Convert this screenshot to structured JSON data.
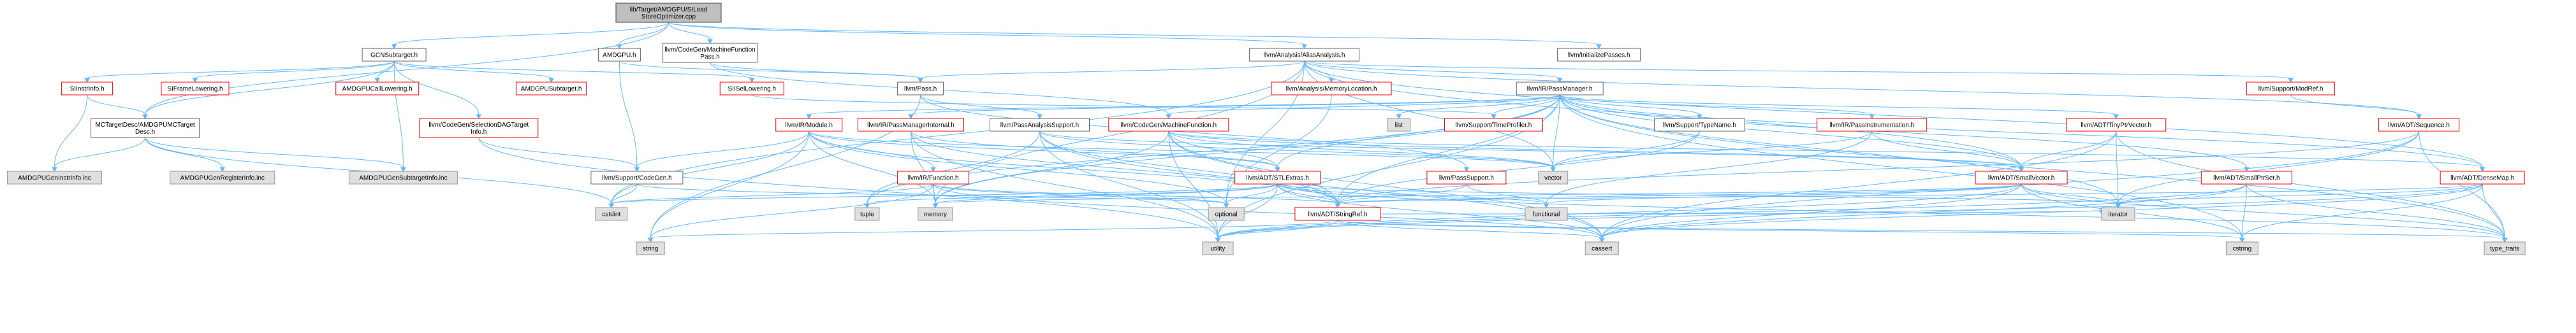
{
  "graph": {
    "title": "lib/Target/AMDGPU/SILoadStoreOptimizer.cpp include dependency graph",
    "colors": {
      "root_fill": "#bfbfbf",
      "root_stroke": "#404040",
      "normal_fill": "#ffffff",
      "normal_stroke": "#666666",
      "red_fill": "#ffffff",
      "red_stroke": "#ff0000",
      "system_fill": "#e0e0e0",
      "system_stroke": "#999999",
      "edge": "#63b8ff"
    },
    "nodes": [
      {
        "id": "root",
        "lines": [
          "lib/Target/AMDGPU/SILoad",
          "StoreOptimizer.cpp"
        ],
        "style": "root"
      },
      {
        "id": "gcn_subtarget",
        "lines": [
          "GCNSubtarget.h"
        ],
        "style": "normal"
      },
      {
        "id": "amdgpu_h",
        "lines": [
          "AMDGPU.h"
        ],
        "style": "normal"
      },
      {
        "id": "machine_function_pass",
        "lines": [
          "llvm/CodeGen/MachineFunction",
          "Pass.h"
        ],
        "style": "normal"
      },
      {
        "id": "alias_analysis",
        "lines": [
          "llvm/Analysis/AliasAnalysis.h"
        ],
        "style": "normal"
      },
      {
        "id": "initialize_passes",
        "lines": [
          "llvm/InitializePasses.h"
        ],
        "style": "normal"
      },
      {
        "id": "si_instr_info",
        "lines": [
          "SIInstrInfo.h"
        ],
        "style": "red"
      },
      {
        "id": "si_frame_lowering",
        "lines": [
          "SIFrameLowering.h"
        ],
        "style": "red"
      },
      {
        "id": "amdgpu_call_lowering",
        "lines": [
          "AMDGPUCallLowering.h"
        ],
        "style": "red"
      },
      {
        "id": "amdgpu_subtarget",
        "lines": [
          "AMDGPUSubtarget.h"
        ],
        "style": "red"
      },
      {
        "id": "si_isel_lowering",
        "lines": [
          "SIISelLowering.h"
        ],
        "style": "red"
      },
      {
        "id": "pass_h",
        "lines": [
          "llvm/Pass.h"
        ],
        "style": "normal"
      },
      {
        "id": "memory_location",
        "lines": [
          "llvm/Analysis/MemoryLocation.h"
        ],
        "style": "red"
      },
      {
        "id": "ir_pass_manager",
        "lines": [
          "llvm/IR/PassManager.h"
        ],
        "style": "normal"
      },
      {
        "id": "mod_ref",
        "lines": [
          "llvm/Support/ModRef.h"
        ],
        "style": "red"
      },
      {
        "id": "mc_target_desc",
        "lines": [
          "MCTargetDesc/AMDGPUMCTarget",
          "Desc.h"
        ],
        "style": "normal"
      },
      {
        "id": "selection_dag_target_info",
        "lines": [
          "llvm/CodeGen/SelectionDAGTarget",
          "Info.h"
        ],
        "style": "red"
      },
      {
        "id": "ir_module",
        "lines": [
          "llvm/IR/Module.h"
        ],
        "style": "red"
      },
      {
        "id": "pass_manager_internal",
        "lines": [
          "llvm/IR/PassManagerInternal.h"
        ],
        "style": "red"
      },
      {
        "id": "pass_analysis_support",
        "lines": [
          "llvm/PassAnalysisSupport.h"
        ],
        "style": "normal"
      },
      {
        "id": "machine_function",
        "lines": [
          "llvm/CodeGen/MachineFunction.h"
        ],
        "style": "red"
      },
      {
        "id": "list",
        "lines": [
          "list"
        ],
        "style": "system"
      },
      {
        "id": "time_profiler",
        "lines": [
          "llvm/Support/TimeProfiler.h"
        ],
        "style": "red"
      },
      {
        "id": "type_name",
        "lines": [
          "llvm/Support/TypeName.h"
        ],
        "style": "normal"
      },
      {
        "id": "pass_instrumentation",
        "lines": [
          "llvm/IR/PassInstrumentation.h"
        ],
        "style": "red"
      },
      {
        "id": "tiny_ptr_vector",
        "lines": [
          "llvm/ADT/TinyPtrVector.h"
        ],
        "style": "red"
      },
      {
        "id": "adt_sequence",
        "lines": [
          "llvm/ADT/Sequence.h"
        ],
        "style": "red"
      },
      {
        "id": "gen_instr_info",
        "lines": [
          "AMDGPUGenInstrInfo.inc"
        ],
        "style": "system"
      },
      {
        "id": "gen_register_info",
        "lines": [
          "AMDGPUGenRegisterInfo.inc"
        ],
        "style": "system"
      },
      {
        "id": "gen_subtarget_info",
        "lines": [
          "AMDGPUGenSubtargetInfo.inc"
        ],
        "style": "system"
      },
      {
        "id": "support_codegen",
        "lines": [
          "llvm/Support/CodeGen.h"
        ],
        "style": "normal"
      },
      {
        "id": "ir_function",
        "lines": [
          "llvm/IR/Function.h"
        ],
        "style": "red"
      },
      {
        "id": "stl_extras",
        "lines": [
          "llvm/ADT/STLExtras.h"
        ],
        "style": "red"
      },
      {
        "id": "pass_support",
        "lines": [
          "llvm/PassSupport.h"
        ],
        "style": "red"
      },
      {
        "id": "vector",
        "lines": [
          "vector"
        ],
        "style": "system"
      },
      {
        "id": "small_vector",
        "lines": [
          "llvm/ADT/SmallVector.h"
        ],
        "style": "red"
      },
      {
        "id": "small_ptr_set",
        "lines": [
          "llvm/ADT/SmallPtrSet.h"
        ],
        "style": "red"
      },
      {
        "id": "dense_map",
        "lines": [
          "llvm/ADT/DenseMap.h"
        ],
        "style": "red"
      },
      {
        "id": "cstdint",
        "lines": [
          "cstdint"
        ],
        "style": "system"
      },
      {
        "id": "tuple",
        "lines": [
          "tuple"
        ],
        "style": "system"
      },
      {
        "id": "memory",
        "lines": [
          "memory"
        ],
        "style": "system"
      },
      {
        "id": "optional",
        "lines": [
          "optional"
        ],
        "style": "system"
      },
      {
        "id": "functional",
        "lines": [
          "functional"
        ],
        "style": "system"
      },
      {
        "id": "iterator",
        "lines": [
          "iterator"
        ],
        "style": "system"
      },
      {
        "id": "string_ref",
        "lines": [
          "llvm/ADT/StringRef.h"
        ],
        "style": "red"
      },
      {
        "id": "string",
        "lines": [
          "string"
        ],
        "style": "system"
      },
      {
        "id": "utility",
        "lines": [
          "utility"
        ],
        "style": "system"
      },
      {
        "id": "cassert",
        "lines": [
          "cassert"
        ],
        "style": "system"
      },
      {
        "id": "cstring",
        "lines": [
          "cstring"
        ],
        "style": "system"
      },
      {
        "id": "type_traits",
        "lines": [
          "type_traits"
        ],
        "style": "system"
      }
    ],
    "edges": [
      [
        "root",
        "gcn_subtarget"
      ],
      [
        "root",
        "amdgpu_h"
      ],
      [
        "root",
        "machine_function_pass"
      ],
      [
        "root",
        "alias_analysis"
      ],
      [
        "root",
        "initialize_passes"
      ],
      [
        "root",
        "mc_target_desc"
      ],
      [
        "gcn_subtarget",
        "si_instr_info"
      ],
      [
        "gcn_subtarget",
        "si_frame_lowering"
      ],
      [
        "gcn_subtarget",
        "amdgpu_call_lowering"
      ],
      [
        "gcn_subtarget",
        "amdgpu_subtarget"
      ],
      [
        "gcn_subtarget",
        "si_isel_lowering"
      ],
      [
        "gcn_subtarget",
        "mc_target_desc"
      ],
      [
        "gcn_subtarget",
        "selection_dag_target_info"
      ],
      [
        "gcn_subtarget",
        "gen_subtarget_info"
      ],
      [
        "si_instr_info",
        "mc_target_desc"
      ],
      [
        "si_instr_info",
        "gen_instr_info"
      ],
      [
        "mc_target_desc",
        "gen_instr_info"
      ],
      [
        "mc_target_desc",
        "gen_register_info"
      ],
      [
        "mc_target_desc",
        "gen_subtarget_info"
      ],
      [
        "mc_target_desc",
        "cstdint"
      ],
      [
        "si_isel_lowering",
        "time_profiler"
      ],
      [
        "selection_dag_target_info",
        "support_codegen"
      ],
      [
        "selection_dag_target_info",
        "utility"
      ],
      [
        "amdgpu_h",
        "pass_h"
      ],
      [
        "amdgpu_h",
        "support_codegen"
      ],
      [
        "machine_function_pass",
        "pass_h"
      ],
      [
        "machine_function_pass",
        "machine_function"
      ],
      [
        "pass_h",
        "pass_analysis_support"
      ],
      [
        "pass_h",
        "pass_support"
      ],
      [
        "pass_h",
        "string"
      ],
      [
        "alias_analysis",
        "pass_h"
      ],
      [
        "alias_analysis",
        "memory_location"
      ],
      [
        "alias_analysis",
        "ir_pass_manager"
      ],
      [
        "alias_analysis",
        "mod_ref"
      ],
      [
        "alias_analysis",
        "adt_sequence"
      ],
      [
        "alias_analysis",
        "small_vector"
      ],
      [
        "alias_analysis",
        "dense_map"
      ],
      [
        "alias_analysis",
        "vector"
      ],
      [
        "alias_analysis",
        "optional"
      ],
      [
        "alias_analysis",
        "cstdint"
      ],
      [
        "alias_analysis",
        "memory"
      ],
      [
        "memory_location",
        "optional"
      ],
      [
        "ir_pass_manager",
        "ir_module"
      ],
      [
        "ir_pass_manager",
        "pass_manager_internal"
      ],
      [
        "ir_pass_manager",
        "machine_function"
      ],
      [
        "ir_pass_manager",
        "list"
      ],
      [
        "ir_pass_manager",
        "time_profiler"
      ],
      [
        "ir_pass_manager",
        "type_name"
      ],
      [
        "ir_pass_manager",
        "pass_instrumentation"
      ],
      [
        "ir_pass_manager",
        "tiny_ptr_vector"
      ],
      [
        "ir_pass_manager",
        "stl_extras"
      ],
      [
        "ir_pass_manager",
        "small_ptr_set"
      ],
      [
        "ir_pass_manager",
        "dense_map"
      ],
      [
        "ir_pass_manager",
        "small_vector"
      ],
      [
        "ir_pass_manager",
        "vector"
      ],
      [
        "ir_pass_manager",
        "memory"
      ],
      [
        "ir_pass_manager",
        "cstring"
      ],
      [
        "ir_pass_manager",
        "type_traits"
      ],
      [
        "ir_pass_manager",
        "iterator"
      ],
      [
        "ir_pass_manager",
        "string_ref"
      ],
      [
        "ir_pass_manager",
        "tuple"
      ],
      [
        "ir_pass_manager",
        "utility"
      ],
      [
        "mod_ref",
        "adt_sequence"
      ],
      [
        "ir_module",
        "support_codegen"
      ],
      [
        "ir_module",
        "ir_function"
      ],
      [
        "ir_module",
        "stl_extras"
      ],
      [
        "ir_module",
        "string_ref"
      ],
      [
        "ir_module",
        "cstdint"
      ],
      [
        "ir_module",
        "memory"
      ],
      [
        "ir_module",
        "optional"
      ],
      [
        "ir_module",
        "string"
      ],
      [
        "ir_module",
        "vector"
      ],
      [
        "pass_manager_internal",
        "stl_extras"
      ],
      [
        "pass_manager_internal",
        "string_ref"
      ],
      [
        "pass_manager_internal",
        "memory"
      ],
      [
        "pass_manager_internal",
        "utility"
      ],
      [
        "pass_analysis_support",
        "small_vector"
      ],
      [
        "pass_analysis_support",
        "cassert"
      ],
      [
        "pass_analysis_support",
        "tuple"
      ],
      [
        "pass_analysis_support",
        "utility"
      ],
      [
        "pass_analysis_support",
        "vector"
      ],
      [
        "pass_analysis_support",
        "string_ref"
      ],
      [
        "machine_function",
        "small_vector"
      ],
      [
        "machine_function",
        "string_ref"
      ],
      [
        "machine_function",
        "memory"
      ],
      [
        "machine_function",
        "utility"
      ],
      [
        "machine_function",
        "vector"
      ],
      [
        "machine_function",
        "cassert"
      ],
      [
        "machine_function",
        "stl_extras"
      ],
      [
        "machine_function",
        "dense_map"
      ],
      [
        "type_name",
        "string_ref"
      ],
      [
        "type_name",
        "vector"
      ],
      [
        "pass_instrumentation",
        "small_vector"
      ],
      [
        "pass_instrumentation",
        "functional"
      ],
      [
        "pass_instrumentation",
        "vector"
      ],
      [
        "tiny_ptr_vector",
        "small_vector"
      ],
      [
        "tiny_ptr_vector",
        "cassert"
      ],
      [
        "tiny_ptr_vector",
        "iterator"
      ],
      [
        "tiny_ptr_vector",
        "type_traits"
      ],
      [
        "adt_sequence",
        "cassert"
      ],
      [
        "adt_sequence",
        "iterator"
      ],
      [
        "adt_sequence",
        "type_traits"
      ],
      [
        "adt_sequence",
        "string_ref"
      ],
      [
        "support_codegen",
        "cstdint"
      ],
      [
        "support_codegen",
        "optional"
      ],
      [
        "ir_function",
        "string_ref"
      ],
      [
        "ir_function",
        "cassert"
      ],
      [
        "ir_function",
        "cstdint"
      ],
      [
        "ir_function",
        "memory"
      ],
      [
        "ir_function",
        "optional"
      ],
      [
        "ir_function",
        "string"
      ],
      [
        "stl_extras",
        "string_ref"
      ],
      [
        "stl_extras",
        "functional"
      ],
      [
        "stl_extras",
        "iterator"
      ],
      [
        "stl_extras",
        "memory"
      ],
      [
        "stl_extras",
        "optional"
      ],
      [
        "stl_extras",
        "tuple"
      ],
      [
        "stl_extras",
        "type_traits"
      ],
      [
        "stl_extras",
        "utility"
      ],
      [
        "stl_extras",
        "cassert"
      ],
      [
        "stl_extras",
        "cstdint"
      ],
      [
        "pass_support",
        "string_ref"
      ],
      [
        "pass_support",
        "functional"
      ],
      [
        "small_vector",
        "string_ref"
      ],
      [
        "small_vector",
        "cassert"
      ],
      [
        "small_vector",
        "cstring"
      ],
      [
        "small_vector",
        "functional"
      ],
      [
        "small_vector",
        "iterator"
      ],
      [
        "small_vector",
        "memory"
      ],
      [
        "small_vector",
        "type_traits"
      ],
      [
        "small_vector",
        "utility"
      ],
      [
        "small_ptr_set",
        "cassert"
      ],
      [
        "small_ptr_set",
        "cstring"
      ],
      [
        "small_ptr_set",
        "iterator"
      ],
      [
        "small_ptr_set",
        "utility"
      ],
      [
        "small_ptr_set",
        "type_traits"
      ],
      [
        "dense_map",
        "cassert"
      ],
      [
        "dense_map",
        "cstring"
      ],
      [
        "dense_map",
        "iterator"
      ],
      [
        "dense_map",
        "utility"
      ],
      [
        "dense_map",
        "type_traits"
      ],
      [
        "dense_map",
        "string_ref"
      ],
      [
        "string_ref",
        "string"
      ],
      [
        "string_ref",
        "utility"
      ],
      [
        "string_ref",
        "cassert"
      ],
      [
        "string_ref",
        "cstring"
      ],
      [
        "string_ref",
        "type_traits"
      ],
      [
        "string_ref",
        "iterator"
      ]
    ]
  }
}
